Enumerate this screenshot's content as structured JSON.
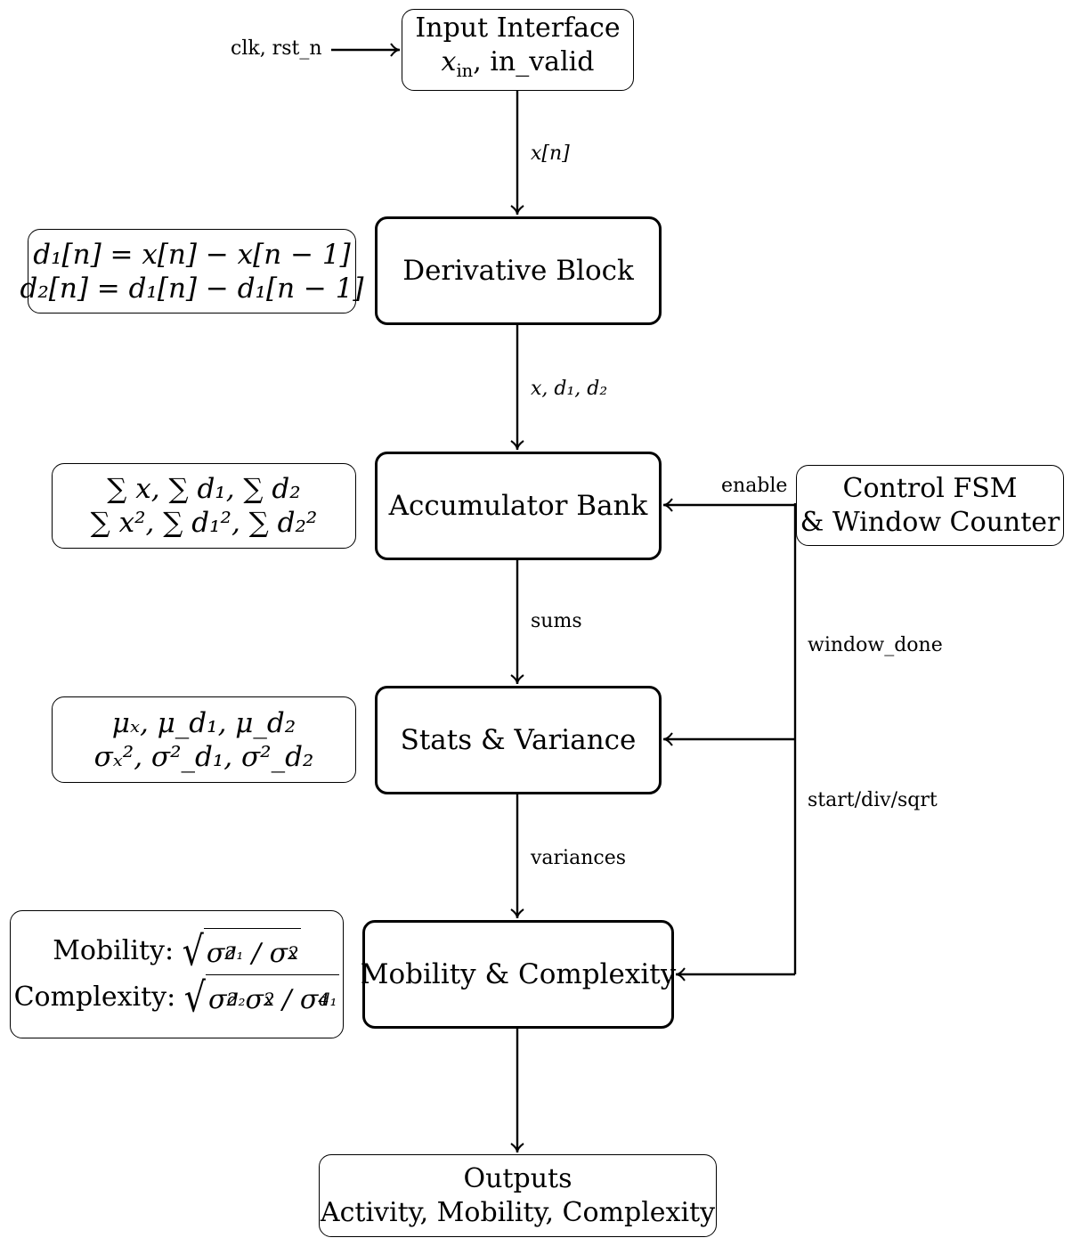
{
  "input": {
    "title": "Input Interface",
    "sub_label": "in_valid",
    "x_symbol": "x",
    "x_sub": "in",
    "clock_label": "clk, rst_n"
  },
  "derivative": {
    "title": "Derivative Block",
    "formula_1": "d₁[n] = x[n] − x[n − 1]",
    "formula_2": "d₂[n] = d₁[n] − d₁[n − 1]"
  },
  "accumulator": {
    "title": "Accumulator Bank",
    "formula_1": "∑ x, ∑ d₁, ∑ d₂",
    "formula_2": "∑ x², ∑ d₁², ∑ d₂²"
  },
  "stats": {
    "title": "Stats & Variance",
    "formula_1": "μₓ, μ_d₁, μ_d₂",
    "formula_2": "σₓ², σ²_d₁, σ²_d₂"
  },
  "mobility": {
    "title": "Mobility & Complexity",
    "mobility_label": "Mobility:",
    "complexity_label": "Complexity:"
  },
  "control": {
    "title_1": "Control FSM",
    "title_2": "& Window Counter"
  },
  "outputs": {
    "title": "Outputs",
    "subtitle": "Activity, Mobility, Complexity"
  },
  "signals": {
    "xn": "x[n]",
    "derivs": "x, d₁, d₂",
    "sums": "sums",
    "variances": "variances",
    "enable": "enable",
    "window_done": "window_done",
    "start_div_sqrt": "start/div/sqrt"
  }
}
